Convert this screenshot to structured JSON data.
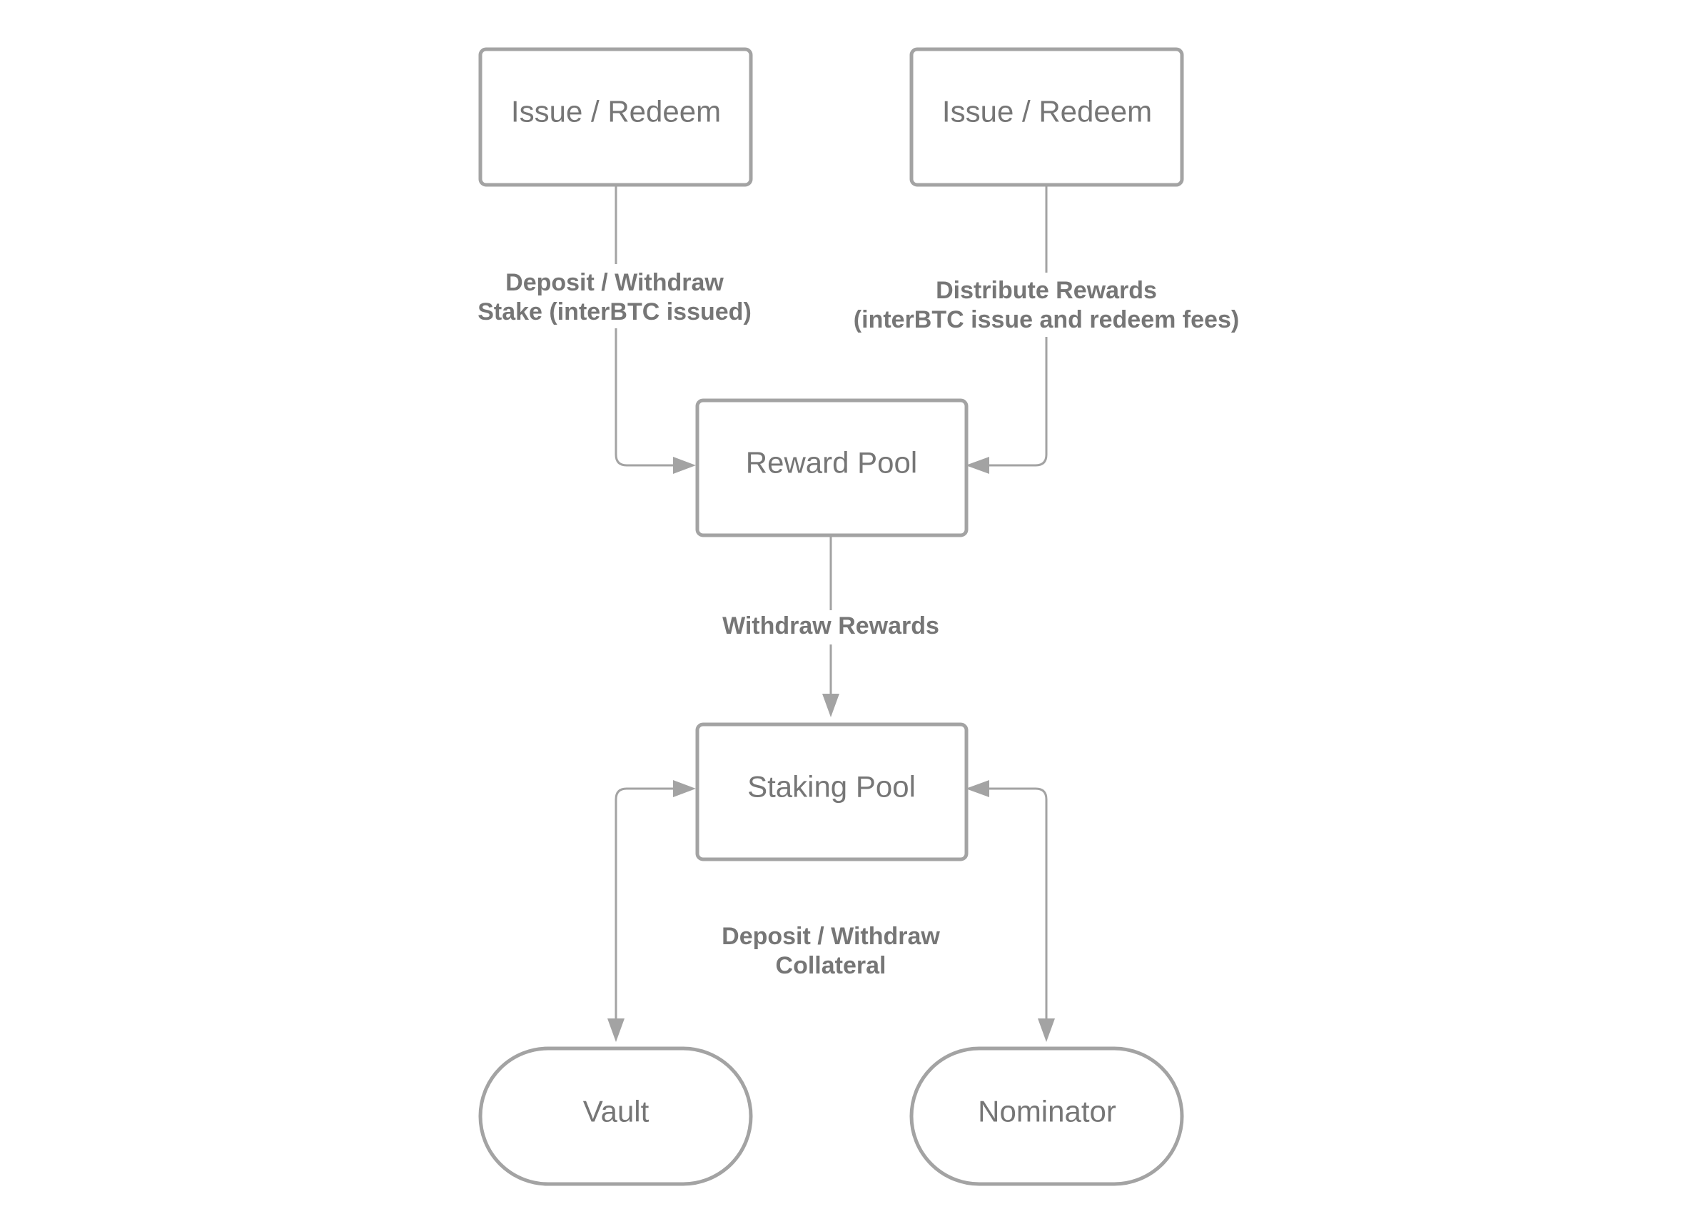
{
  "nodes": {
    "issue_redeem_left": {
      "label": "Issue / Redeem"
    },
    "issue_redeem_right": {
      "label": "Issue / Redeem"
    },
    "reward_pool": {
      "label": "Reward Pool"
    },
    "staking_pool": {
      "label": "Staking Pool"
    },
    "vault": {
      "label": "Vault"
    },
    "nominator": {
      "label": "Nominator"
    }
  },
  "edges": {
    "deposit_stake": {
      "line1": "Deposit / Withdraw",
      "line2": "Stake (interBTC issued)"
    },
    "distribute_rewards": {
      "line1": "Distribute Rewards",
      "line2": "(interBTC issue and redeem fees)"
    },
    "withdraw_rewards": {
      "line1": "Withdraw Rewards"
    },
    "deposit_collateral": {
      "line1": "Deposit / Withdraw",
      "line2": "Collateral"
    }
  },
  "colors": {
    "stroke": "#a3a3a3",
    "text": "#767676",
    "background": "#ffffff"
  }
}
